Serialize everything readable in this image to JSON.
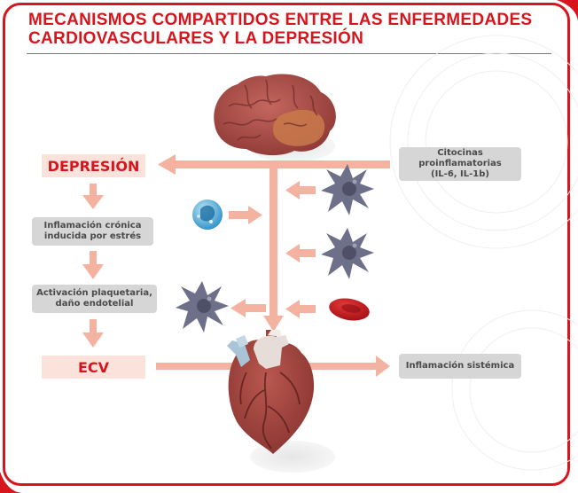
{
  "title": {
    "line1": "MECANISMOS COMPARTIDOS ENTRE LAS ENFERMEDADES",
    "line2": "CARDIOVASCULARES Y LA DEPRESIÓN"
  },
  "boxes": {
    "depresion": "DEPRESIÓN",
    "inflamacion_cronica_1": "Inflamación crónica",
    "inflamacion_cronica_2": "inducida por estrés",
    "activacion_1": "Activación plaquetaria,",
    "activacion_2": "daño endotelial",
    "ecv": "ECV",
    "citocinas_1": "Citocinas proinflamatorias",
    "citocinas_2": "(IL-6, IL-1b)",
    "inflamacion_sistemica": "Inflamación sistémica"
  },
  "colors": {
    "accent_red": "#d7151d",
    "arrow_salmon": "#f4b3a0",
    "pink_box": "#fbe3dc",
    "grey_box": "#d6d6d6",
    "organ_red": "#a34a44",
    "cell_grey": "#6e6f88",
    "vessel_blue": "#a9c4d6"
  },
  "icons": [
    "brain-icon",
    "heart-icon",
    "macrophage-icon",
    "monocyte-icon",
    "red-blood-cell-icon"
  ]
}
